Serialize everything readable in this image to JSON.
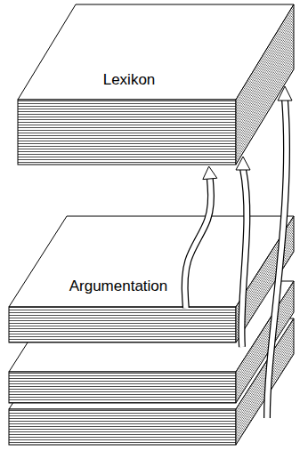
{
  "diagram": {
    "nodes": [
      {
        "text": [
          "Lexikon"
        ]
      },
      {
        "text": [
          "Argumentation"
        ]
      }
    ],
    "edges": [
      {
        "from": 1,
        "to": 0,
        "arrow": "to"
      }
    ]
  }
}
